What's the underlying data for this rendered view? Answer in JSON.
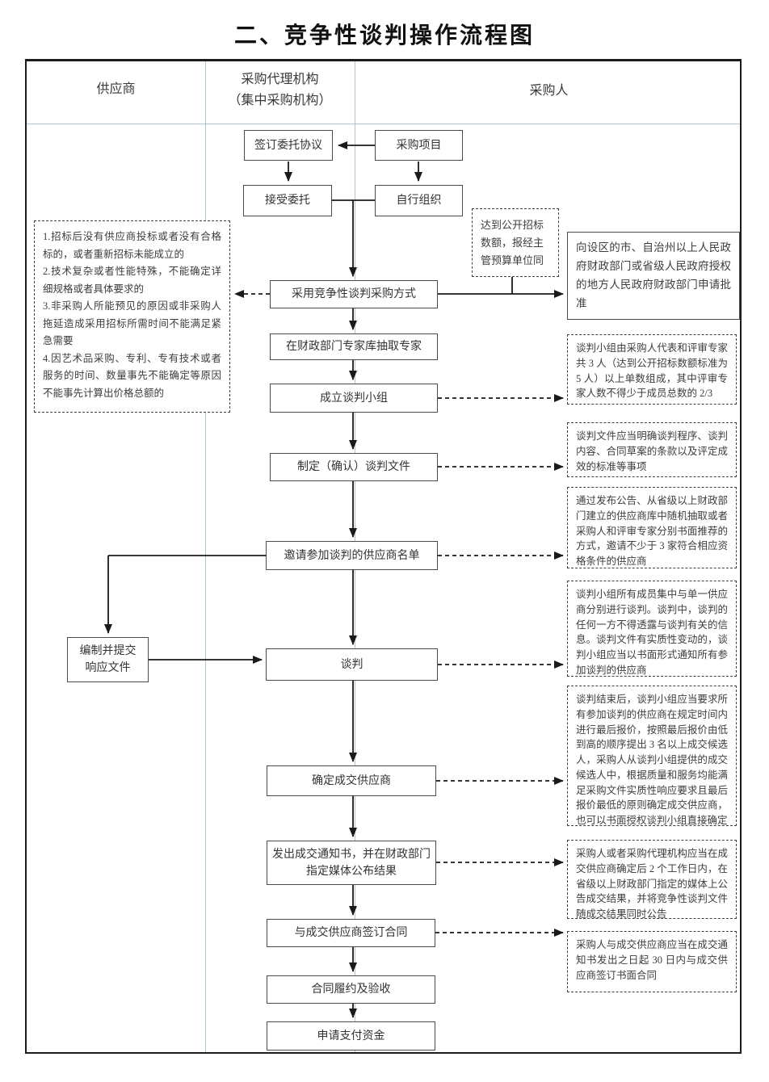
{
  "title": "二、竞争性谈判操作流程图",
  "columns": {
    "supplier": "供应商",
    "agency": "采购代理机构\n（集中采购机构）",
    "purchaser": "采购人"
  },
  "nodes": {
    "sign": "签订委托协议",
    "project": "采购项目",
    "accept": "接受委托",
    "self_organize": "自行组织",
    "adopt": "采用竞争性谈判采购方式",
    "experts": "在财政部门专家库抽取专家",
    "group": "成立谈判小组",
    "docs": "制定（确认）谈判文件",
    "invite": "邀请参加谈判的供应商名单",
    "respond": "编制并提交\n响应文件",
    "negotiate": "谈判",
    "determine": "确定成交供应商",
    "notify": "发出成交通知书，并在财政部门指定媒体公布结果",
    "contract": "与成交供应商签订合同",
    "perform": "合同履约及验收",
    "payment": "申请支付资金"
  },
  "side_notes": {
    "conditions": "1.招标后没有供应商投标或者没有合格标的，或者重新招标未能成立的\n2.技术复杂或者性能特殊，不能确定详细规格或者具体要求的\n3.非采购人所能预见的原因或非采购人拖延造成采用招标所需时间不能满足紧急需要\n4.因艺术品采购、专利、专有技术或者服务的时间、数量事先不能确定等原因不能事先计算出价格总额的",
    "threshold": "达到公开招标数额，报经主管预算单位同",
    "approval": "向设区的市、自治州以上人民政府财政部门或省级人民政府授权的地方人民政府财政部门申请批准",
    "note_group": "谈判小组由采购人代表和评审专家共 3 人（达到公开招标数额标准为 5 人）以上单数组成，其中评审专家人数不得少于成员总数的 2/3",
    "note_docs": "谈判文件应当明确谈判程序、谈判内容、合同草案的条款以及评定成效的标准等事项",
    "note_invite": "通过发布公告、从省级以上财政部门建立的供应商库中随机抽取或者采购人和评审专家分别书面推荐的方式，邀请不少于 3 家符合相应资格条件的供应商",
    "note_negotiate": "谈判小组所有成员集中与单一供应商分别进行谈判。谈判中，谈判的任何一方不得透露与谈判有关的信息。谈判文件有实质性变动的，谈判小组应当以书面形式通知所有参加谈判的供应商",
    "note_determine": "谈判结束后，谈判小组应当要求所有参加谈判的供应商在规定时间内进行最后报价，按照最后报价由低到高的顺序提出 3 名以上成交候选人，采购人从谈判小组提供的成交候选人中，根据质量和服务均能满足采购文件实质性响应要求且最后报价最低的原则确定成交供应商，也可以书面授权谈判小组直接确定",
    "note_notify": "采购人或者采购代理机构应当在成交供应商确定后 2 个工作日内，在省级以上财政部门指定的媒体上公告成交结果，并将竞争性谈判文件随成交结果同时公告",
    "note_contract": "采购人与成交供应商应当在成交通知书发出之日起 30 日内与成交供应商签订书面合同"
  }
}
